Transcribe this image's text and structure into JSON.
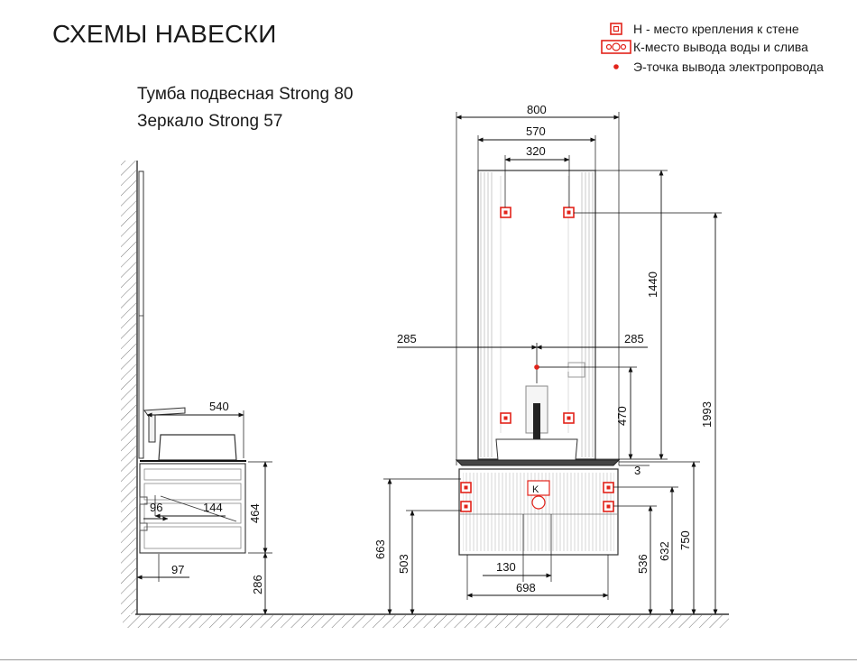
{
  "title": "СХЕМЫ НАВЕСКИ",
  "subtitle_1": "Тумба подвесная Strong 80",
  "subtitle_2": "Зеркало Strong 57",
  "legend": [
    {
      "symbol": "H",
      "label": "Н - место крепления к стене"
    },
    {
      "symbol": "K",
      "label": "К-место вывода воды и слива"
    },
    {
      "symbol": "E",
      "label": "Э-точка вывода электропровода"
    }
  ],
  "colors": {
    "mount_point": "#e2231a",
    "line": "#1a1a1a",
    "mirror": "#6b6b6b"
  },
  "front_view": {
    "widths": {
      "total": "800",
      "mirror": "570",
      "mount": "320",
      "vanity": "698",
      "drain": "130"
    },
    "offsets": {
      "left": "285",
      "right": "285"
    },
    "heights": {
      "mirror": "1440",
      "outlet": "470",
      "gap": "3",
      "top": "1993",
      "vanity_top_left": "663",
      "vanity_mount_left": "503",
      "right_536": "536",
      "right_632": "632",
      "right_750": "750"
    },
    "outlet_symbol": "K"
  },
  "side_view": {
    "depth": "540",
    "vanity_height": "464",
    "dim_144": "144",
    "dim_96": "96",
    "dim_97": "97",
    "floor_gap": "286"
  }
}
